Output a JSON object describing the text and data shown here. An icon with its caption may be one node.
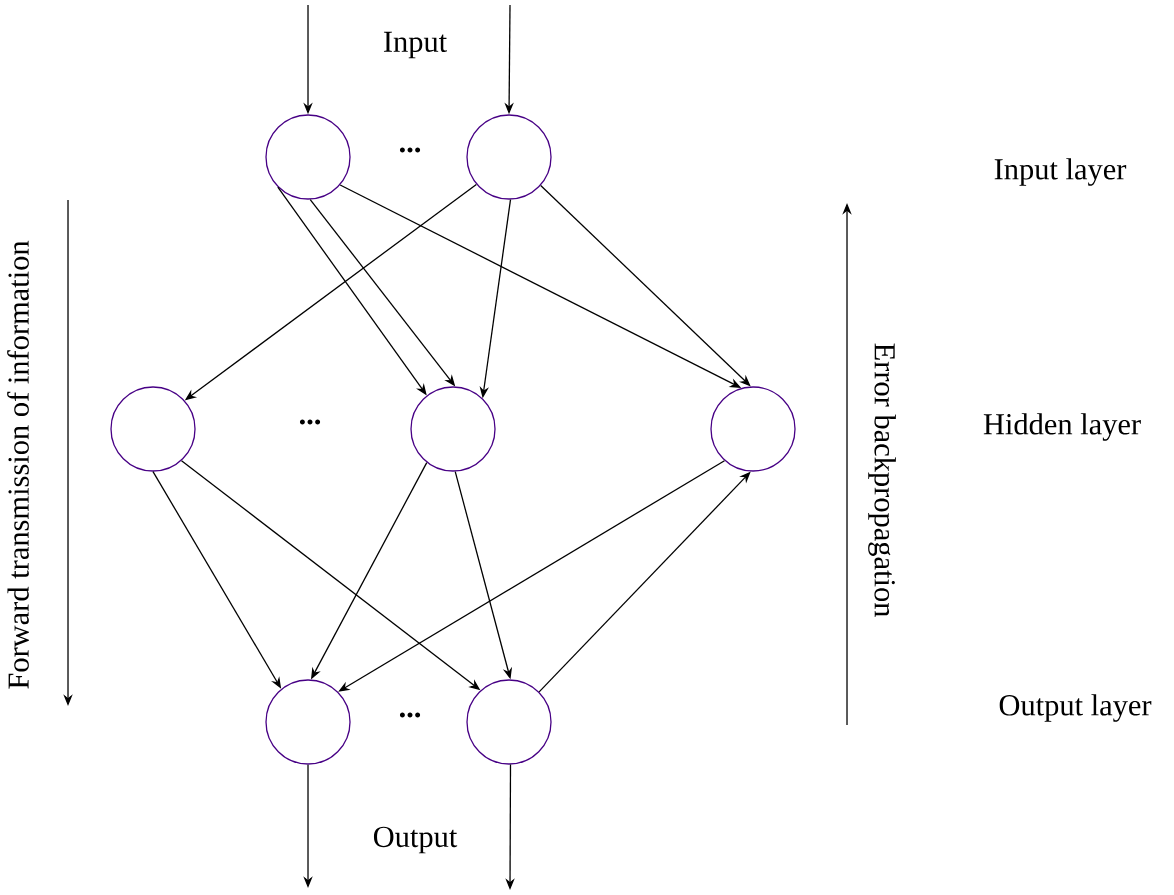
{
  "diagram": {
    "nodes": [
      {
        "text": [],
        "shape": "circle"
      },
      {
        "text": [],
        "shape": "circle"
      },
      {
        "text": [],
        "shape": "circle"
      },
      {
        "text": [],
        "shape": "circle"
      },
      {
        "text": [],
        "shape": "circle"
      },
      {
        "text": [],
        "shape": "circle"
      },
      {
        "text": [],
        "shape": "circle"
      }
    ],
    "edges": [
      {
        "from": null,
        "to": 0,
        "arrow": "to"
      },
      {
        "from": null,
        "to": 1,
        "arrow": "to"
      },
      {
        "from": 0,
        "to": 3,
        "arrow": "to"
      },
      {
        "from": 0,
        "to": 3,
        "arrow": "to"
      },
      {
        "from": 0,
        "to": 4,
        "arrow": "to"
      },
      {
        "from": 1,
        "to": 2,
        "arrow": "to"
      },
      {
        "from": 1,
        "to": 3,
        "arrow": "to"
      },
      {
        "from": 1,
        "to": 4,
        "arrow": "to"
      },
      {
        "from": 2,
        "to": 5,
        "arrow": "to"
      },
      {
        "from": 2,
        "to": 6,
        "arrow": "to"
      },
      {
        "from": 3,
        "to": 5,
        "arrow": "to"
      },
      {
        "from": 3,
        "to": 6,
        "arrow": "to"
      },
      {
        "from": 4,
        "to": 5,
        "arrow": "to"
      },
      {
        "from": 6,
        "to": 4,
        "arrow": "to"
      },
      {
        "from": 5,
        "to": null,
        "arrow": "to"
      },
      {
        "from": 6,
        "to": null,
        "arrow": "to"
      }
    ],
    "labels": [
      "Input",
      "...",
      "Input layer",
      "Forward transmission of information",
      "Error backpropagation",
      "...",
      "Hidden layer",
      "Output layer",
      "...",
      "Output"
    ]
  }
}
